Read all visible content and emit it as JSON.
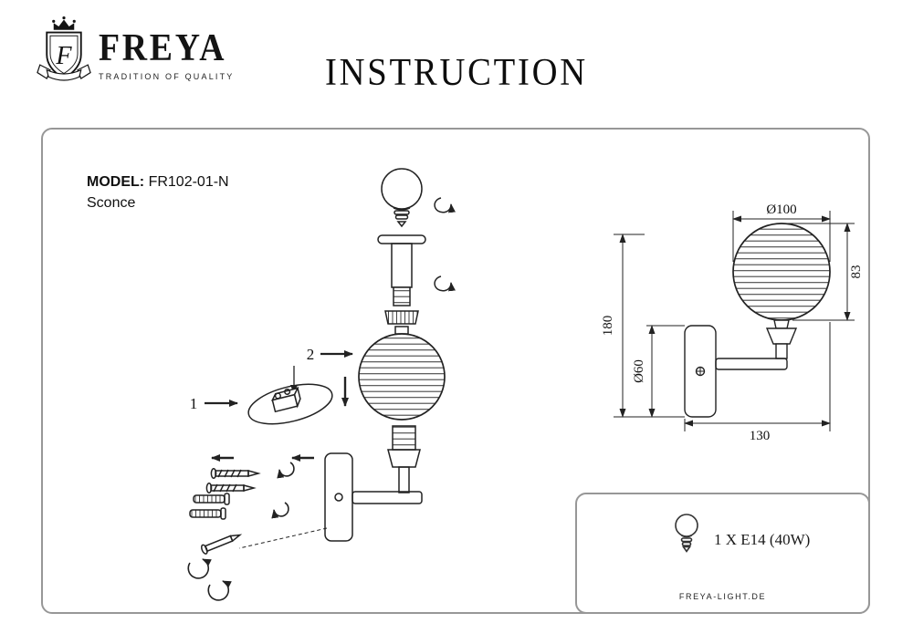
{
  "header": {
    "logo_letter": "F",
    "brand": "FREYA",
    "tagline": "TRADITION OF QUALITY",
    "title": "INSTRUCTION"
  },
  "product": {
    "model_label": "MODEL:",
    "model_value": "FR102-01-N",
    "type": "Sconce"
  },
  "assembly": {
    "part_labels": [
      "1",
      "2"
    ]
  },
  "dimensions": {
    "globe_diameter": "Ø100",
    "globe_height": "83",
    "total_height": "180",
    "backplate_diameter": "Ø60",
    "projection": "130"
  },
  "spec": {
    "bulb": "1 X E14 (40W)",
    "website": "FREYA-LIGHT.DE"
  }
}
